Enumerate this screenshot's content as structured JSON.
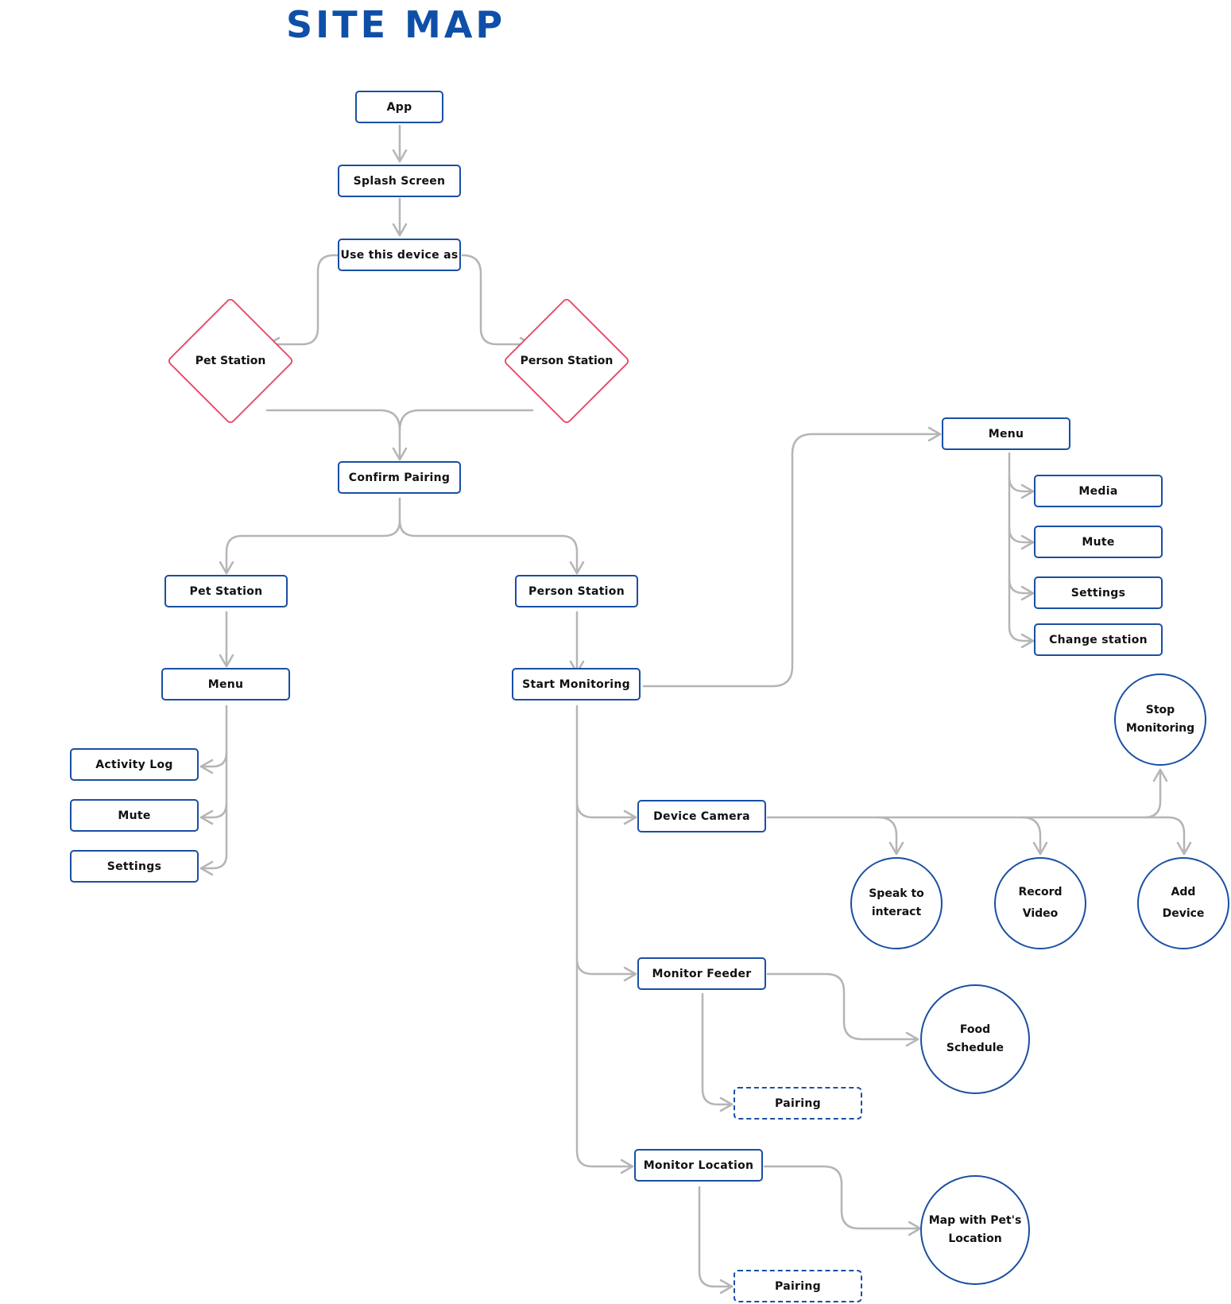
{
  "title": "SITE MAP",
  "colors": {
    "node_border": "#1a4fa3",
    "title": "#0e4fa8",
    "decision_border": "#e8435f",
    "connector": "#b5b5b5"
  },
  "nodes": {
    "app": "App",
    "splash": "Splash Screen",
    "use_device": "Use this device as",
    "pet_station_decision": "Pet Station",
    "person_station_decision": "Person Station",
    "confirm_pairing": "Confirm Pairing",
    "pet_station": "Pet Station",
    "person_station": "Person Station",
    "pet_menu": "Menu",
    "activity_log": "Activity Log",
    "pet_mute": "Mute",
    "pet_settings": "Settings",
    "start_monitoring": "Start Monitoring",
    "person_menu": "Menu",
    "media": "Media",
    "person_mute": "Mute",
    "person_settings": "Settings",
    "change_station": "Change station",
    "stop_monitoring": "Stop Monitoring",
    "device_camera": "Device Camera",
    "speak_to_interact": "Speak to interact",
    "record_video": "Record Video",
    "add_device": "Add Device",
    "monitor_feeder": "Monitor Feeder",
    "food_schedule": "Food Schedule",
    "feeder_pairing": "Pairing",
    "monitor_location": "Monitor Location",
    "map_location": "Map with Pet's Location",
    "location_pairing": "Pairing"
  }
}
